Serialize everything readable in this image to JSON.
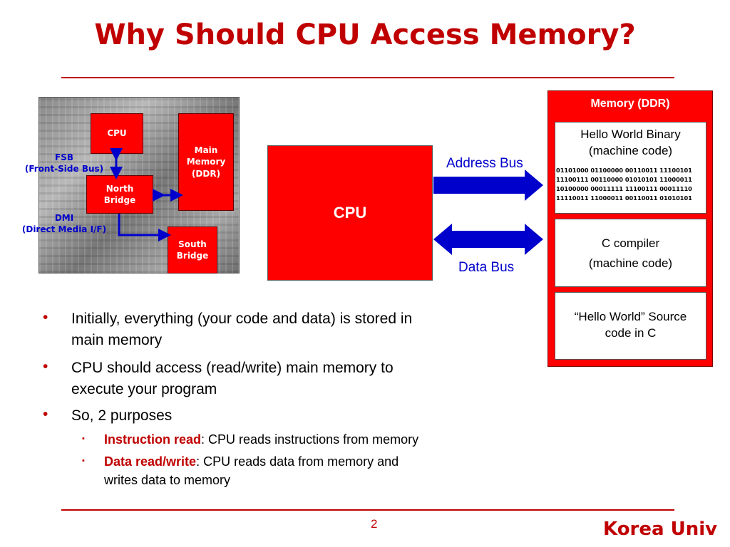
{
  "title": "Why Should CPU Access Memory?",
  "board": {
    "cpu": "CPU",
    "main_memory": [
      "Main",
      "Memory",
      "(DDR)"
    ],
    "north_bridge": [
      "North",
      "Bridge"
    ],
    "south_bridge": [
      "South",
      "Bridge"
    ],
    "fsb": [
      "FSB",
      "(Front-Side Bus)"
    ],
    "dmi": [
      "DMI",
      "(Direct Media I/F)"
    ]
  },
  "cpu_block": "CPU",
  "address_bus": "Address Bus",
  "data_bus": "Data Bus",
  "memory": {
    "title": "Memory (DDR)",
    "hello_binary": [
      "Hello World Binary",
      "(machine code)"
    ],
    "binary_lines": [
      "01101000 01100000 00110011 11100101",
      "11100111 00110000 01010101 11000011",
      "10100000 00011111 11100111 00011110",
      "11110011 11000011 00110011 01010101"
    ],
    "compiler": [
      "C compiler",
      "(machine code)"
    ],
    "source": [
      "“Hello World” Source",
      "code in C"
    ]
  },
  "bullets": [
    {
      "lines": [
        "Initially, everything (your code and data) is stored in",
        "main memory"
      ]
    },
    {
      "lines": [
        "CPU should access (read/write) main memory to",
        "execute your program"
      ]
    },
    {
      "lines": [
        "So, 2 purposes"
      ]
    }
  ],
  "subs": [
    {
      "term": "Instruction read",
      "rest": ": CPU reads instructions from memory"
    },
    {
      "term": "Data read/write",
      "rest": ": CPU reads data from memory and",
      "rest2": "writes data to memory"
    }
  ],
  "bullet_glyph": "•",
  "sub_glyph": "▪",
  "page_number": "2",
  "footer": "Korea Univ",
  "colors": {
    "accent": "#c00000",
    "block": "#ff0000",
    "bus": "#0000cc"
  }
}
